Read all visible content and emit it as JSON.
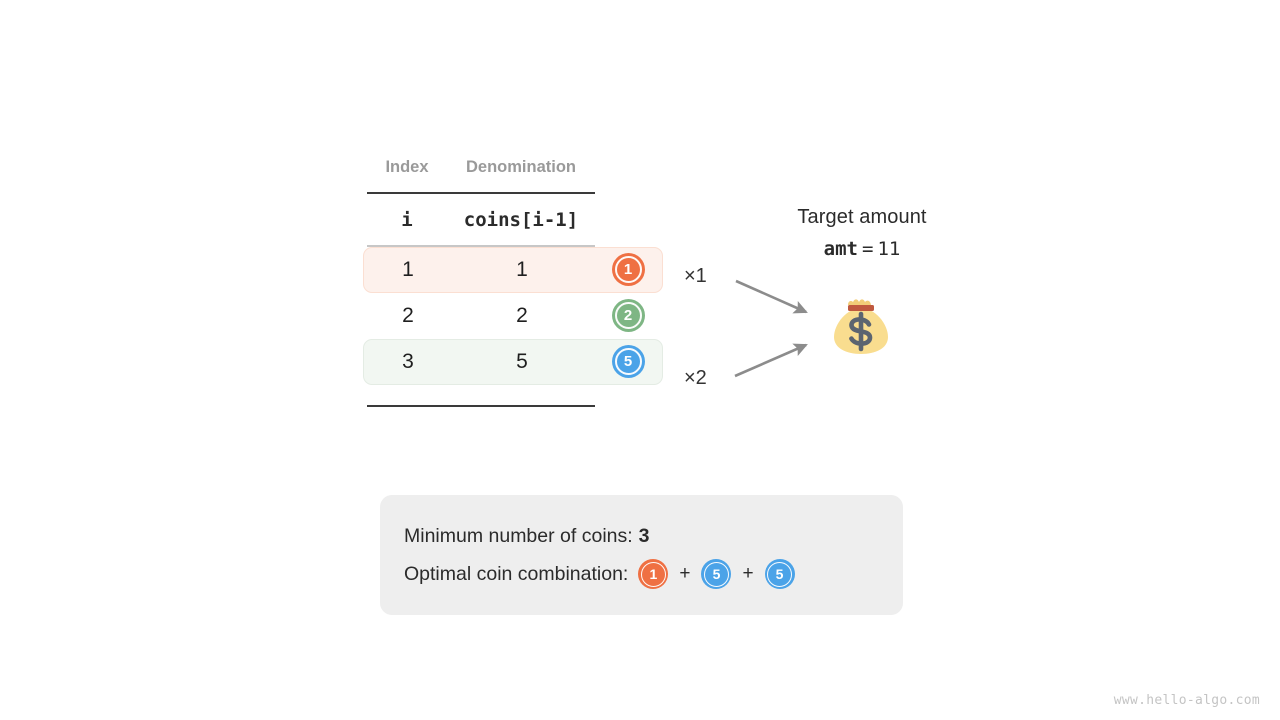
{
  "table": {
    "headers": {
      "index": "Index",
      "denomination": "Denomination"
    },
    "subheaders": {
      "index": "i",
      "denomination": "coins[i-1]"
    },
    "rows": [
      {
        "i": "1",
        "denomination": "1",
        "coin_label": "1",
        "coin_color": "#ef7043",
        "highlight": "orange",
        "multiplier": "×1"
      },
      {
        "i": "2",
        "denomination": "2",
        "coin_label": "2",
        "coin_color": "#7eb684",
        "highlight": "none",
        "multiplier": ""
      },
      {
        "i": "3",
        "denomination": "5",
        "coin_label": "5",
        "coin_color": "#4ba3e8",
        "highlight": "green",
        "multiplier": "×2"
      }
    ]
  },
  "target": {
    "title": "Target amount",
    "var_name": "amt",
    "equals": "=",
    "value": "11",
    "bag_icon": "money-bag-icon"
  },
  "summary": {
    "min_coins_label": "Minimum number of coins:",
    "min_coins_value": "3",
    "combination_label": "Optimal coin combination:",
    "combination": [
      {
        "label": "1",
        "color": "#ef7043"
      },
      {
        "label": "5",
        "color": "#4ba3e8"
      },
      {
        "label": "5",
        "color": "#4ba3e8"
      }
    ],
    "plus_symbol": "+"
  },
  "watermark": "www.hello-algo.com",
  "colors": {
    "coin_orange": "#ef7043",
    "coin_green": "#7eb684",
    "coin_blue": "#4ba3e8",
    "arrow_gray": "#8c8c8c",
    "row_highlight_orange": "#fdf1ec",
    "row_highlight_green": "#f2f7f2",
    "summary_background": "#eeeeee"
  }
}
